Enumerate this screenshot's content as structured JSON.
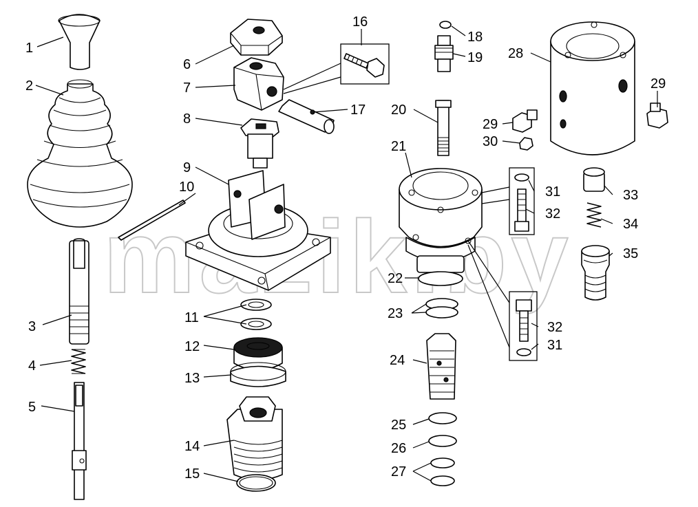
{
  "watermark": "mazik.by",
  "callouts": {
    "c1": "1",
    "c2": "2",
    "c3": "3",
    "c4": "4",
    "c5": "5",
    "c6": "6",
    "c7": "7",
    "c8": "8",
    "c9": "9",
    "c10": "10",
    "c11": "11",
    "c12": "12",
    "c13": "13",
    "c14": "14",
    "c15": "15",
    "c16": "16",
    "c17": "17",
    "c18": "18",
    "c19": "19",
    "c20": "20",
    "c21": "21",
    "c22": "22",
    "c23": "23",
    "c24": "24",
    "c25": "25",
    "c26": "26",
    "c27": "27",
    "c28": "28",
    "c29a": "29",
    "c29b": "29",
    "c30": "30",
    "c31a": "31",
    "c31b": "31",
    "c32a": "32",
    "c32b": "32",
    "c33": "33",
    "c34": "34",
    "c35": "35"
  }
}
